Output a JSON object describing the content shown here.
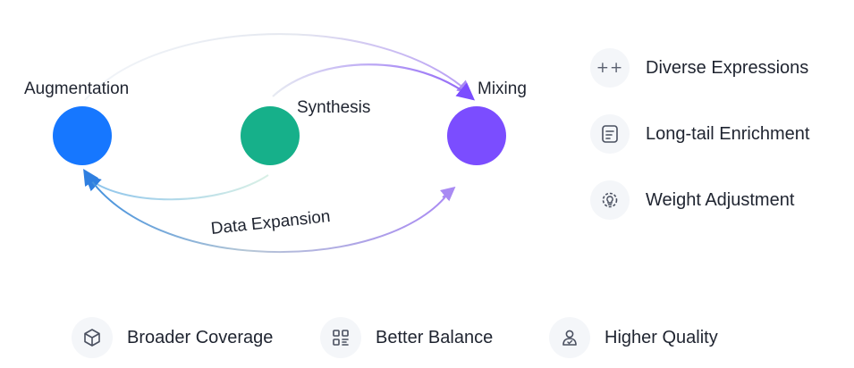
{
  "nodes": [
    {
      "id": "augmentation",
      "label": "Augmentation",
      "color": "#1677ff"
    },
    {
      "id": "synthesis",
      "label": "Synthesis",
      "color": "#16b08a"
    },
    {
      "id": "mixing",
      "label": "Mixing",
      "color": "#7b4dff"
    }
  ],
  "cycle_label": "Data Expansion",
  "features": [
    {
      "label": "Diverse Expressions",
      "icon": "plus-plus-icon"
    },
    {
      "label": "Long-tail Enrichment",
      "icon": "document-icon"
    },
    {
      "label": "Weight Adjustment",
      "icon": "gear-bulb-icon"
    }
  ],
  "benefits": [
    {
      "label": "Broader Coverage",
      "icon": "cube-icon"
    },
    {
      "label": "Better Balance",
      "icon": "grid-icon"
    },
    {
      "label": "Higher Quality",
      "icon": "person-badge-icon"
    }
  ],
  "arrow_colors": {
    "blue": "#2f7fe0",
    "purple": "#7b4dff",
    "green": "#8fd0b4",
    "gray": "#c9ccd6"
  }
}
